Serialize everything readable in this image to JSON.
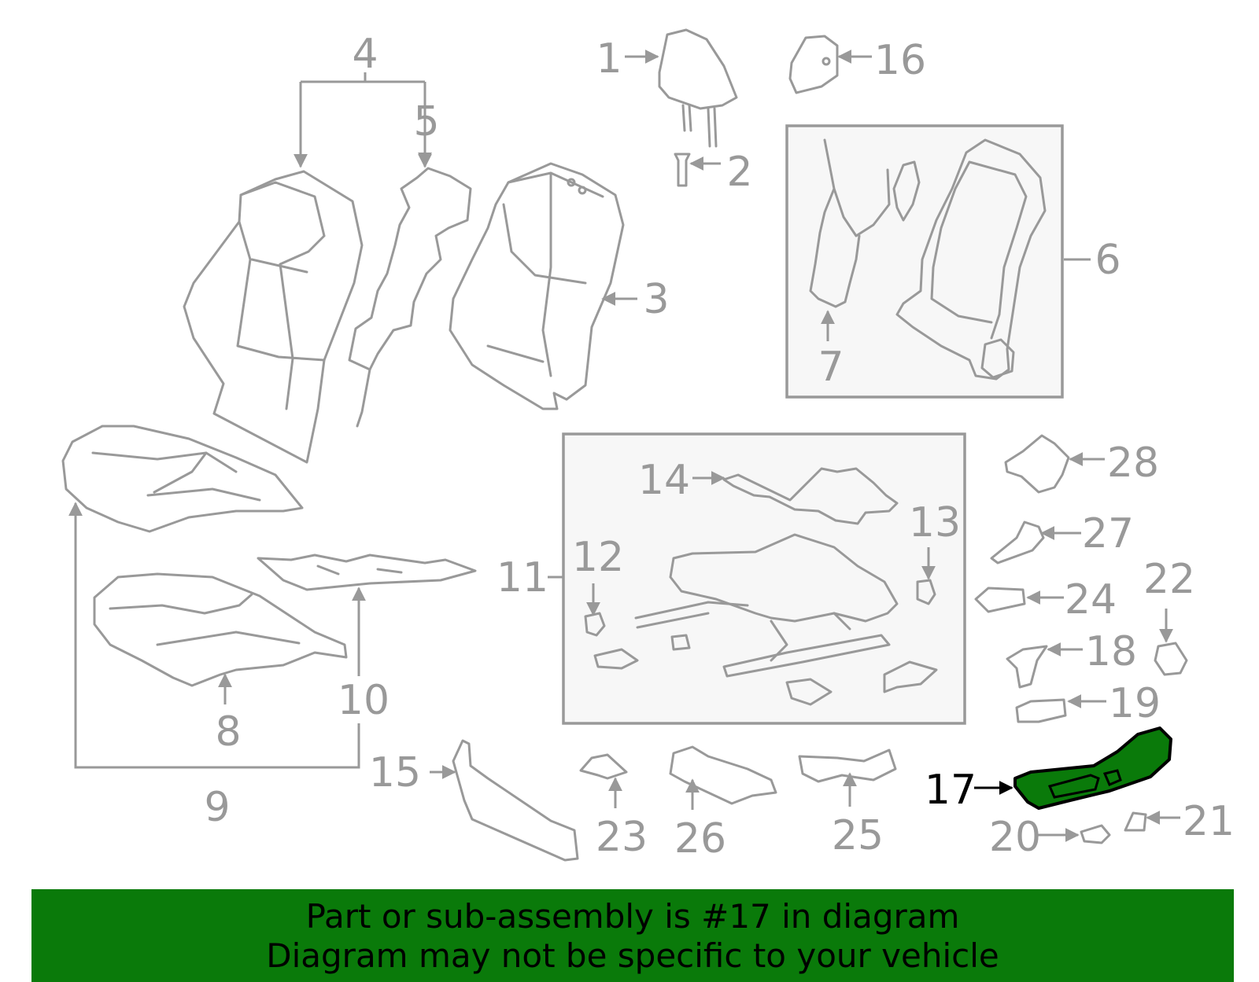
{
  "callouts": {
    "c1": "1",
    "c2": "2",
    "c3": "3",
    "c4": "4",
    "c5": "5",
    "c6": "6",
    "c7": "7",
    "c8": "8",
    "c9": "9",
    "c10": "10",
    "c11": "11",
    "c12": "12",
    "c13": "13",
    "c14": "14",
    "c15": "15",
    "c16": "16",
    "c17": "17",
    "c18": "18",
    "c19": "19",
    "c20": "20",
    "c21": "21",
    "c22": "22",
    "c23": "23",
    "c24": "24",
    "c25": "25",
    "c26": "26",
    "c27": "27",
    "c28": "28"
  },
  "highlighted_part": "17",
  "colors": {
    "line": "#999999",
    "highlight_fill": "#0a7a0a",
    "highlight_callout": "#000000",
    "banner_background": "#0a7a0a",
    "box_background": "#f7f7f7"
  },
  "banner": {
    "line1": "Part or sub-assembly is #17 in diagram",
    "line2": "Diagram may not be specific to your vehicle"
  }
}
